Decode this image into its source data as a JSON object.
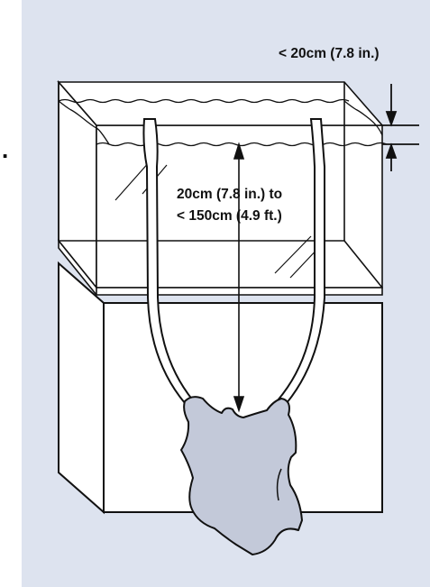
{
  "colors": {
    "background": "#dde3ef",
    "line": "#111111",
    "pump_fill": "#c3c9d9",
    "tube_fill": "#ffffff"
  },
  "labels": {
    "top_gap": "< 20cm (7.8 in.)",
    "range_line1": "20cm (7.8 in.) to",
    "range_line2": "< 150cm (4.9 ft.)"
  },
  "margin_mark": "."
}
